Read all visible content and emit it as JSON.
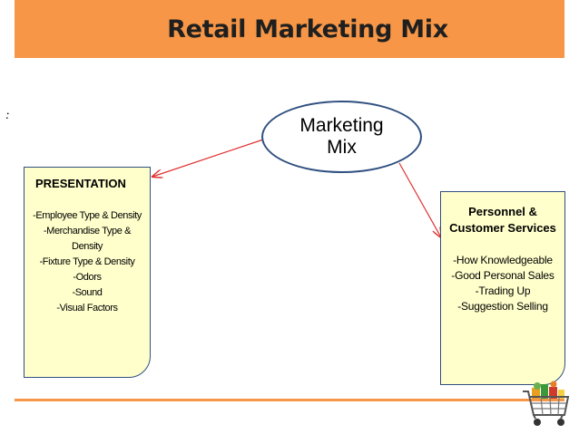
{
  "title": "Retail Marketing Mix",
  "stray_mark": ":",
  "center_node": {
    "line1": "Marketing",
    "line2": "Mix"
  },
  "presentation": {
    "heading": "PRESENTATION",
    "items": [
      "-Employee Type & Density",
      "-Merchandise Type &",
      "Density",
      "-Fixture Type & Density",
      "-Odors",
      "-Sound",
      "-Visual Factors"
    ]
  },
  "personnel": {
    "heading_line1": "Personnel &",
    "heading_line2": "Customer Services",
    "items": [
      "-How Knowledgeable",
      "-Good Personal Sales",
      "-Trading Up",
      "-Suggestion Selling"
    ]
  },
  "colors": {
    "accent": "#f79646",
    "box_fill": "#ffffcc",
    "arrow": "#e03030",
    "outline": "#2f4f7f"
  },
  "icons": {
    "decoration": "shopping-cart-icon"
  }
}
